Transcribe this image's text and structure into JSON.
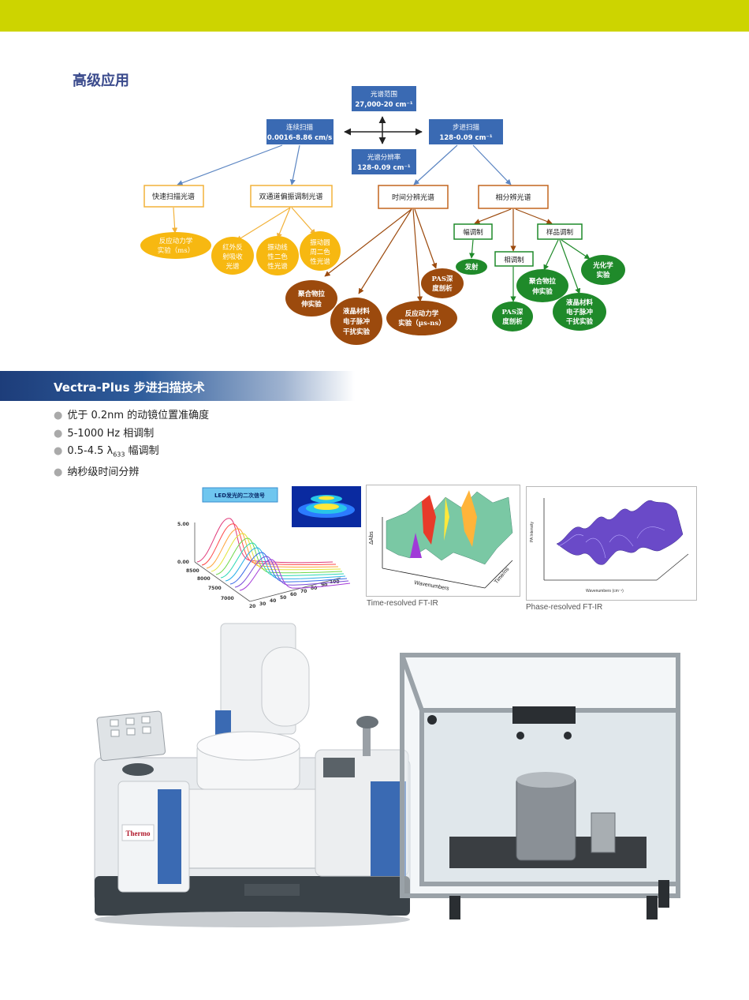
{
  "section_title": "高级应用",
  "diagram": {
    "top": {
      "line1": "光谱范围",
      "line2": "27,000-20 cm⁻¹"
    },
    "bottom": {
      "line1": "光谱分辨率",
      "line2": "128-0.09 cm⁻¹"
    },
    "left": {
      "line1": "连续扫描",
      "line2": "0.0016-8.86 cm/s"
    },
    "right": {
      "line1": "步进扫描",
      "line2": "128-0.09 cm⁻¹"
    },
    "fast_scan": "快速扫描光谱",
    "dual_channel": "双通道偏振调制光谱",
    "time_resolved": "时间分辨光谱",
    "phase_resolved": "相分辨光谱",
    "amp_mod": "幅调制",
    "sample_mod": "样品调制",
    "phase_mod": "相调制",
    "emission": "发射",
    "y_reaction_ms": {
      "line1": "反应动力学",
      "line2": "实验（ms）"
    },
    "y_ir": {
      "line1": "红外反",
      "line2": "射吸收",
      "line3": "光谱"
    },
    "y_vcd": {
      "line1": "振动线",
      "line2": "性二色",
      "line3": "性光谱"
    },
    "y_vcd2": {
      "line1": "振动圆",
      "line2": "周二色",
      "line3": "性光谱"
    },
    "b_polymer": {
      "line1": "聚合物拉",
      "line2": "伸实验"
    },
    "b_liquid": {
      "line1": "液晶材料",
      "line2": "电子脉冲",
      "line3": "干扰实验"
    },
    "b_reaction": {
      "line1": "反应动力学",
      "line2": "实验（µs-ns）"
    },
    "b_pas": {
      "line1": "PAS深",
      "line2": "度剖析"
    },
    "g_pas": {
      "line1": "PAS深",
      "line2": "度剖析"
    },
    "g_polymer": {
      "line1": "聚合物拉",
      "line2": "伸实验"
    },
    "g_liquid": {
      "line1": "液晶材料",
      "line2": "电子脉冲",
      "line3": "干扰实验"
    },
    "g_photo": {
      "line1": "光化学",
      "line2": "实验"
    }
  },
  "banner_title": "Vectra-Plus 步进扫描技术",
  "bullets": {
    "b1": "优于 0.2nm 的动镜位置准确度",
    "b2": "5-1000 Hz 相调制",
    "b3_pre": "0.5-4.5  λ",
    "b3_sub": "633",
    "b3_post": " 幅调制",
    "b4": "纳秒级时间分辨"
  },
  "plots": {
    "led_label": "LED发光的二次信号",
    "y_top": "5.00",
    "y_zero": "0.00",
    "x_8500": "8500",
    "x_8000": "8000",
    "x_7500": "7500",
    "x_7000": "7000",
    "t_ticks": [
      "20",
      "30",
      "40",
      "50",
      "60",
      "70",
      "80",
      "90",
      "100"
    ],
    "tr_ylabel": "ΔAbs",
    "tr_xlabel": "Wavenumbers",
    "tr_zlabel": "Time/ns",
    "tr_caption": "Time-resolved FT-IR",
    "pr_caption": "Phase-resolved FT-IR",
    "pr_ylabel": "PA Intensity",
    "pr_xlabel": "Wavenumbers (cm⁻¹)"
  },
  "instrument": {
    "brand": "Thermo",
    "colors": {
      "accent": "#cdd400",
      "blue_box": "#3a6ab3",
      "orange": "#f7b811",
      "brown": "#9c4a0d",
      "green": "#1f8a2a"
    }
  }
}
